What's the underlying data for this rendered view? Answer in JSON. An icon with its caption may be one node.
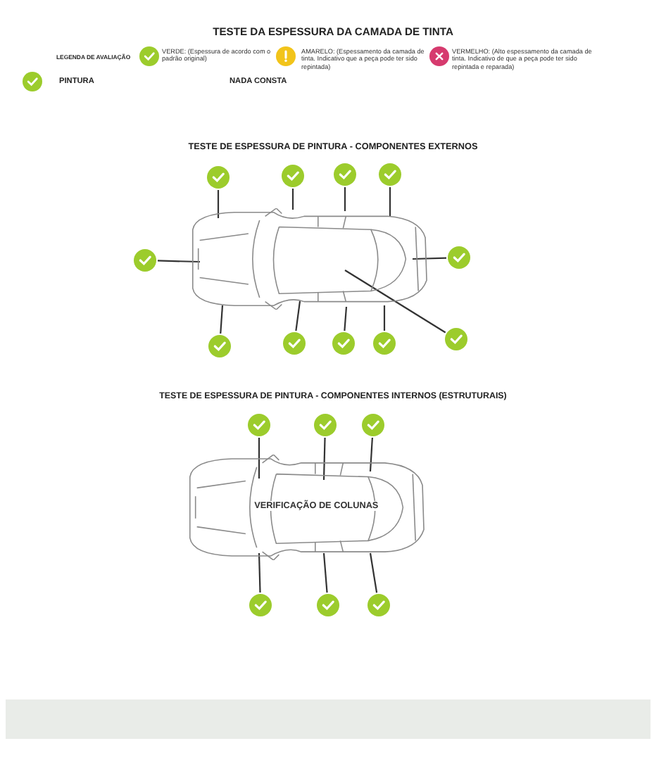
{
  "diagram": {
    "title": "TESTE DA ESPESSURA DA CAMADA DE TINTA",
    "nodes": [
      {
        "text": [],
        "shape": "circle"
      },
      {
        "text": [],
        "shape": "circle"
      },
      {
        "text": [],
        "shape": "circle"
      },
      {
        "text": [],
        "shape": "circle"
      },
      {
        "text": [],
        "shape": "circle"
      },
      {
        "text": [],
        "shape": "picture"
      },
      {
        "text": [],
        "shape": "circle"
      },
      {
        "text": [],
        "shape": "circle"
      },
      {
        "text": [],
        "shape": "circle"
      },
      {
        "text": [],
        "shape": "circle"
      },
      {
        "text": [],
        "shape": "circle"
      },
      {
        "text": [],
        "shape": "circle"
      },
      {
        "text": [],
        "shape": "circle"
      },
      {
        "text": [],
        "shape": "circle"
      },
      {
        "text": [],
        "shape": "circle"
      },
      {
        "text": [
          "VERIFICAÇÃO DE COLUNAS"
        ]
      },
      {
        "text": [],
        "shape": "circle"
      },
      {
        "text": [],
        "shape": "circle"
      },
      {
        "text": [],
        "shape": "circle"
      }
    ],
    "edges": [
      {
        "from": 0,
        "to": 5,
        "arrow": "none"
      },
      {
        "from": 1,
        "to": 5,
        "arrow": "none"
      },
      {
        "from": 2,
        "to": 5,
        "arrow": "none"
      },
      {
        "from": 3,
        "to": 5,
        "arrow": "none"
      },
      {
        "from": 4,
        "to": 5,
        "arrow": "none"
      },
      {
        "from": 6,
        "to": 5,
        "arrow": "none"
      },
      {
        "from": 7,
        "to": 5,
        "arrow": "none"
      },
      {
        "from": 8,
        "to": 5,
        "arrow": "none"
      },
      {
        "from": 9,
        "to": 5,
        "arrow": "none"
      },
      {
        "from": 10,
        "to": 5,
        "arrow": "none"
      },
      {
        "from": 11,
        "to": 5,
        "arrow": "none"
      },
      {
        "from": 12,
        "to": 15,
        "arrow": "none"
      },
      {
        "from": 13,
        "to": 15,
        "arrow": "none"
      },
      {
        "from": 14,
        "to": 15,
        "arrow": "none"
      },
      {
        "from": 16,
        "to": 15,
        "arrow": "none"
      },
      {
        "from": 17,
        "to": 15,
        "arrow": "none"
      },
      {
        "from": 18,
        "to": 15,
        "arrow": "none"
      }
    ],
    "labels": [
      "LEGENDA DE AVALIAÇÃO",
      "PINTURA",
      "NADA CONSTA",
      "TESTE DE ESPESSURA DE PINTURA - COMPONENTES EXTERNOS",
      "TESTE DE ESPESSURA DE PINTURA - COMPONENTES INTERNOS (ESTRUTURAIS)"
    ],
    "legend": [
      {
        "text": "VERDE: (Espessura de acordo com o padrão original)",
        "color": "#9ccc2c"
      },
      {
        "text": "AMARELO: (Espessamento da camada de tinta. Indicativo que a peça pode ter sido repintada)",
        "color": "#f2c41a"
      },
      {
        "text": "VERMELHO: (Alto espessamento da camada de tinta. Indicativo de que a peça pode ter sido repintada e reparada)",
        "color": "#d63a6e"
      }
    ]
  }
}
